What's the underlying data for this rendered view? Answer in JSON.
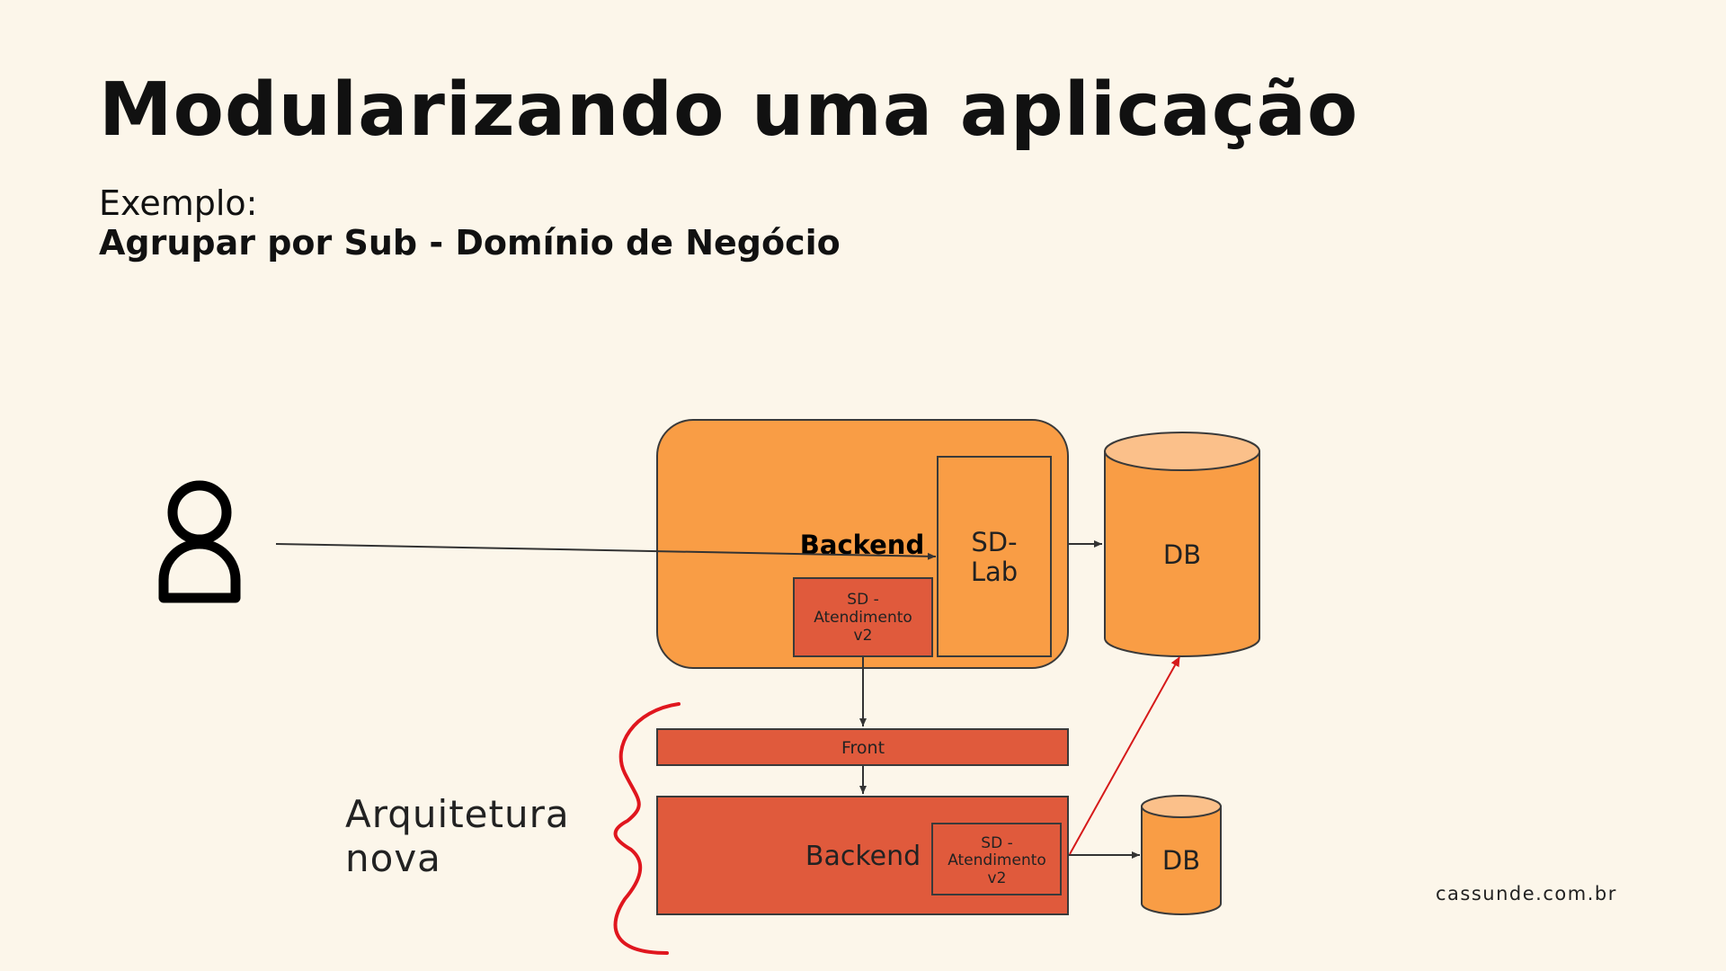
{
  "slide": {
    "title": "Modularizando uma aplicação",
    "subtitle": "Exemplo:",
    "subtitle_bold": "Agrupar por Sub - Domínio de Negócio",
    "footer": "cassunde.com.br"
  },
  "diagram": {
    "backend_old_label": "Backend",
    "sd_lab_line1": "SD-",
    "sd_lab_line2": "Lab",
    "sd_atendimento_old_line1": "SD -",
    "sd_atendimento_old_line2": "Atendimento",
    "sd_atendimento_old_line3": "v2",
    "db_main_label": "DB",
    "front_label": "Front",
    "backend_new_label": "Backend",
    "sd_atendimento_new_line1": "SD -",
    "sd_atendimento_new_line2": "Atendimento",
    "sd_atendimento_new_line3": "v2",
    "db_new_label": "DB",
    "arquitetura_line1": "Arquitetura",
    "arquitetura_line2": "nova"
  },
  "colors": {
    "background": "#fcf6ea",
    "backend_orange": "#f99d45",
    "db_top": "#fbc08a",
    "module_red": "#e05a3c",
    "brace_red": "#e0161e",
    "arrow_red": "#d61a1a"
  }
}
